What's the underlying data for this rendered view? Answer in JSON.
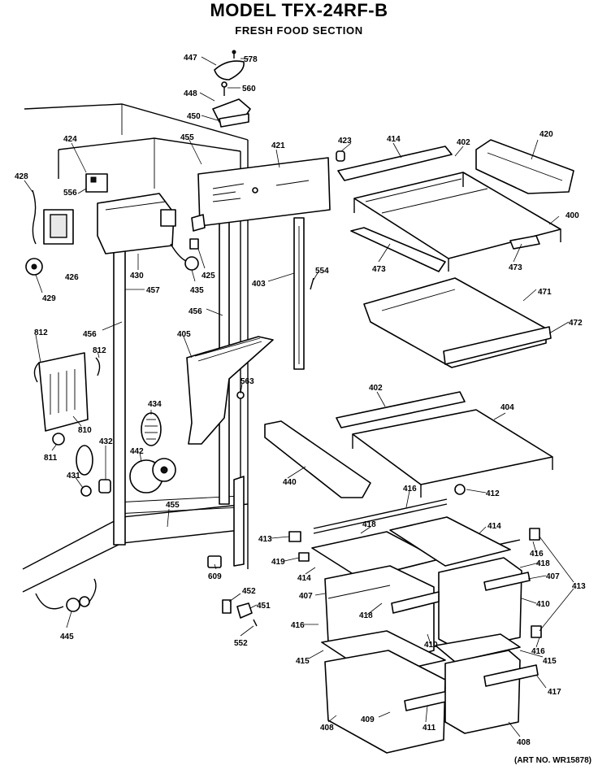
{
  "header": {
    "title": "MODEL TFX-24RF-B",
    "subtitle": "FRESH FOOD SECTION"
  },
  "footer": {
    "art_no": "(ART NO. WR15878)"
  },
  "callouts": {
    "c447": "447",
    "c578": "578",
    "c448": "448",
    "c560": "560",
    "c450": "450",
    "c455a": "455",
    "c421": "421",
    "c423": "423",
    "c414a": "414",
    "c402a": "402",
    "c420": "420",
    "c400": "400",
    "c424": "424",
    "c428": "428",
    "c556": "556",
    "c426": "426",
    "c430": "430",
    "c425": "425",
    "c435": "435",
    "c429": "429",
    "c457": "457",
    "c403": "403",
    "c554": "554",
    "c473a": "473",
    "c473b": "473",
    "c471": "471",
    "c472": "472",
    "c456a": "456",
    "c456b": "456",
    "c812a": "812",
    "c812b": "812",
    "c405": "405",
    "c563": "563",
    "c810": "810",
    "c811": "811",
    "c434": "434",
    "c432": "432",
    "c442": "442",
    "c431": "431",
    "c402b": "402",
    "c404": "404",
    "c440": "440",
    "c416a": "416",
    "c412": "412",
    "c455b": "455",
    "c418a": "418",
    "c414b": "414",
    "c413a": "413",
    "c419": "419",
    "c414c": "414",
    "c416b": "416",
    "c418b": "418",
    "c407a": "407",
    "c413b": "413",
    "c609": "609",
    "c452": "452",
    "c451": "451",
    "c407b": "407",
    "c418c": "418",
    "c410a": "410",
    "c410b": "410",
    "c416c": "416",
    "c416d": "416",
    "c445": "445",
    "c552": "552",
    "c415a": "415",
    "c415b": "415",
    "c417": "417",
    "c408a": "408",
    "c409": "409",
    "c411": "411",
    "c408b": "408"
  }
}
